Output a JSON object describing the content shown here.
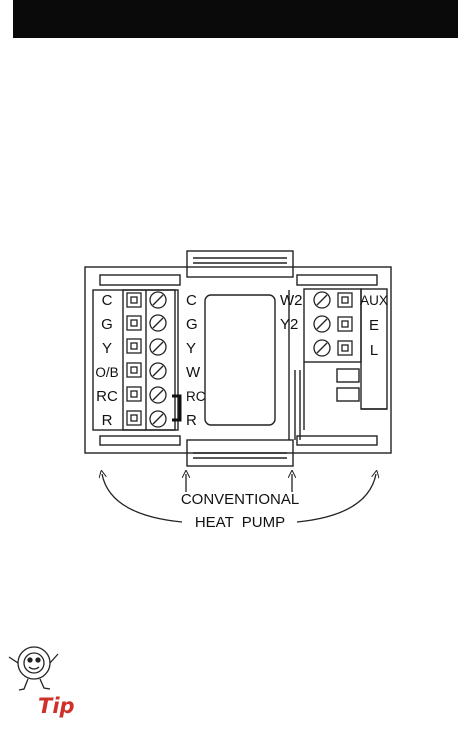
{
  "terminals": {
    "left_strip": [
      "C",
      "G",
      "Y",
      "O/B",
      "RC",
      "R"
    ],
    "middle_strip": [
      "C",
      "G",
      "Y",
      "W",
      "RC",
      "R"
    ],
    "right_strip_labels": [
      "W2",
      "Y2"
    ],
    "aux_strip": [
      "AUX",
      "E",
      "L"
    ]
  },
  "captions": {
    "conventional": "CONVENTIONAL",
    "heat_pump": "HEAT  PUMP"
  },
  "tip": {
    "label": "Tip",
    "icon": "tip-mascot-icon"
  },
  "colors": {
    "header": "#0a0a0a",
    "tip": "#d0302a"
  }
}
